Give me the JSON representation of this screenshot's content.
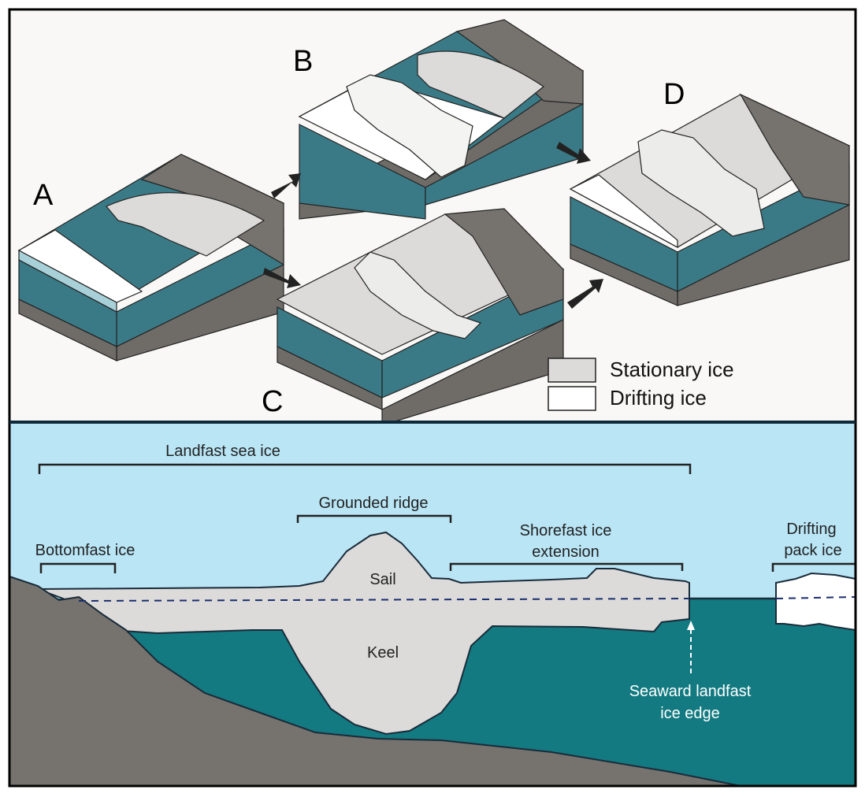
{
  "panels": {
    "top": {
      "labels": {
        "a": "A",
        "b": "B",
        "c": "C",
        "d": "D"
      },
      "legend": [
        {
          "label": "Stationary ice",
          "color": "#dcdbd9"
        },
        {
          "label": "Drifting ice",
          "color": "#ffffff"
        }
      ]
    },
    "bottom": {
      "labels": {
        "landfast": "Landfast sea ice",
        "grounded_ridge": "Grounded ridge",
        "bottomfast": "Bottomfast ice",
        "shorefast_1": "Shorefast ice",
        "shorefast_2": "extension",
        "drifting_1": "Drifting",
        "drifting_2": "pack ice",
        "sail": "Sail",
        "keel": "Keel",
        "edge_1": "Seaward landfast",
        "edge_2": "ice edge"
      }
    }
  },
  "colors": {
    "water_top": "#3a7a86",
    "water_bottom": "#127a80",
    "sky": "#b9e5f5",
    "ground": "#76736e",
    "stationary_ice": "#dcdbd9",
    "drifting_ice": "#ffffff",
    "background": "#f9f8f6"
  }
}
